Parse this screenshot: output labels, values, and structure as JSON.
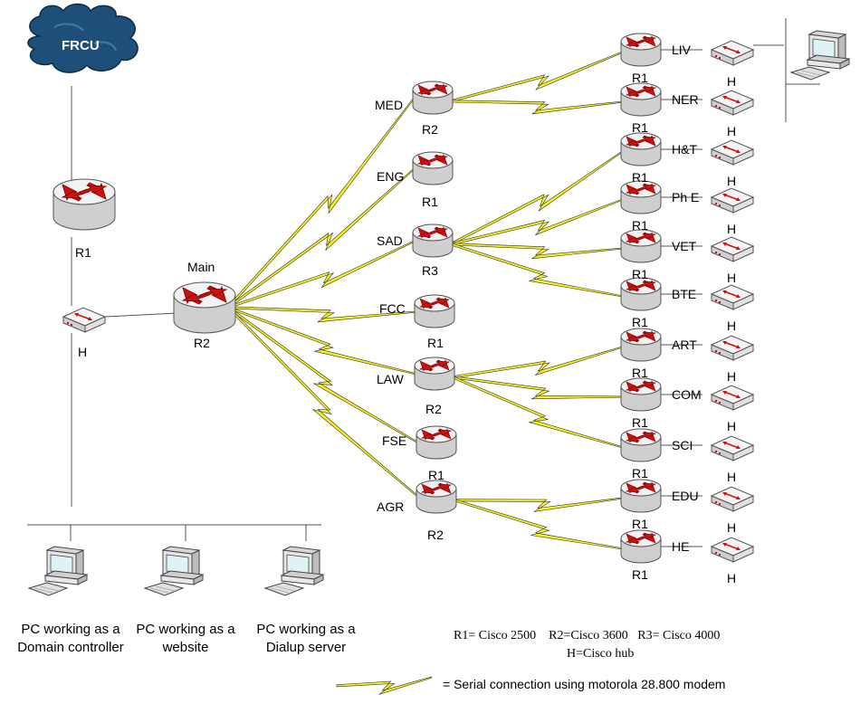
{
  "cloud": {
    "label": "FRCU"
  },
  "core": {
    "isp_router": "R1",
    "hub": "H",
    "main_top": "Main",
    "main_bottom": "R2"
  },
  "sites": [
    {
      "name": "MED",
      "model": "R2"
    },
    {
      "name": "ENG",
      "model": "R1"
    },
    {
      "name": "SAD",
      "model": "R3"
    },
    {
      "name": "FCC",
      "model": "R1"
    },
    {
      "name": "LAW",
      "model": "R2"
    },
    {
      "name": "FSE",
      "model": "R1"
    },
    {
      "name": "AGR",
      "model": "R2"
    }
  ],
  "branches": [
    {
      "name": "LIV",
      "router": "R1",
      "hub": "H"
    },
    {
      "name": "NER",
      "router": "R1",
      "hub": "H"
    },
    {
      "name": "H&T",
      "router": "R1",
      "hub": "H"
    },
    {
      "name": "Ph E",
      "router": "R1",
      "hub": "H"
    },
    {
      "name": "VET",
      "router": "R1",
      "hub": "H"
    },
    {
      "name": "BTE",
      "router": "R1",
      "hub": "H"
    },
    {
      "name": "ART",
      "router": "R1",
      "hub": "H"
    },
    {
      "name": "COM",
      "router": "R1",
      "hub": "H"
    },
    {
      "name": "SCI",
      "router": "R1",
      "hub": "H"
    },
    {
      "name": "EDU",
      "router": "R1",
      "hub": "H"
    },
    {
      "name": "HE",
      "router": "R1",
      "hub": "H"
    }
  ],
  "pcs": [
    {
      "line1": "PC working as a",
      "line2": "Domain controller"
    },
    {
      "line1": "PC working as a",
      "line2": "website"
    },
    {
      "line1": "PC working as a",
      "line2": "Dialup server"
    }
  ],
  "legend": {
    "models_line1": "R1= Cisco 2500    R2=Cisco 3600   R3= Cisco 4000",
    "models_line2": "H=Cisco hub",
    "serial": "= Serial connection using motorola 28.800 modem"
  },
  "colors": {
    "serial_link": "#f5f01e",
    "router_arrow": "#cc1111",
    "cloud": "#1d4f78"
  }
}
